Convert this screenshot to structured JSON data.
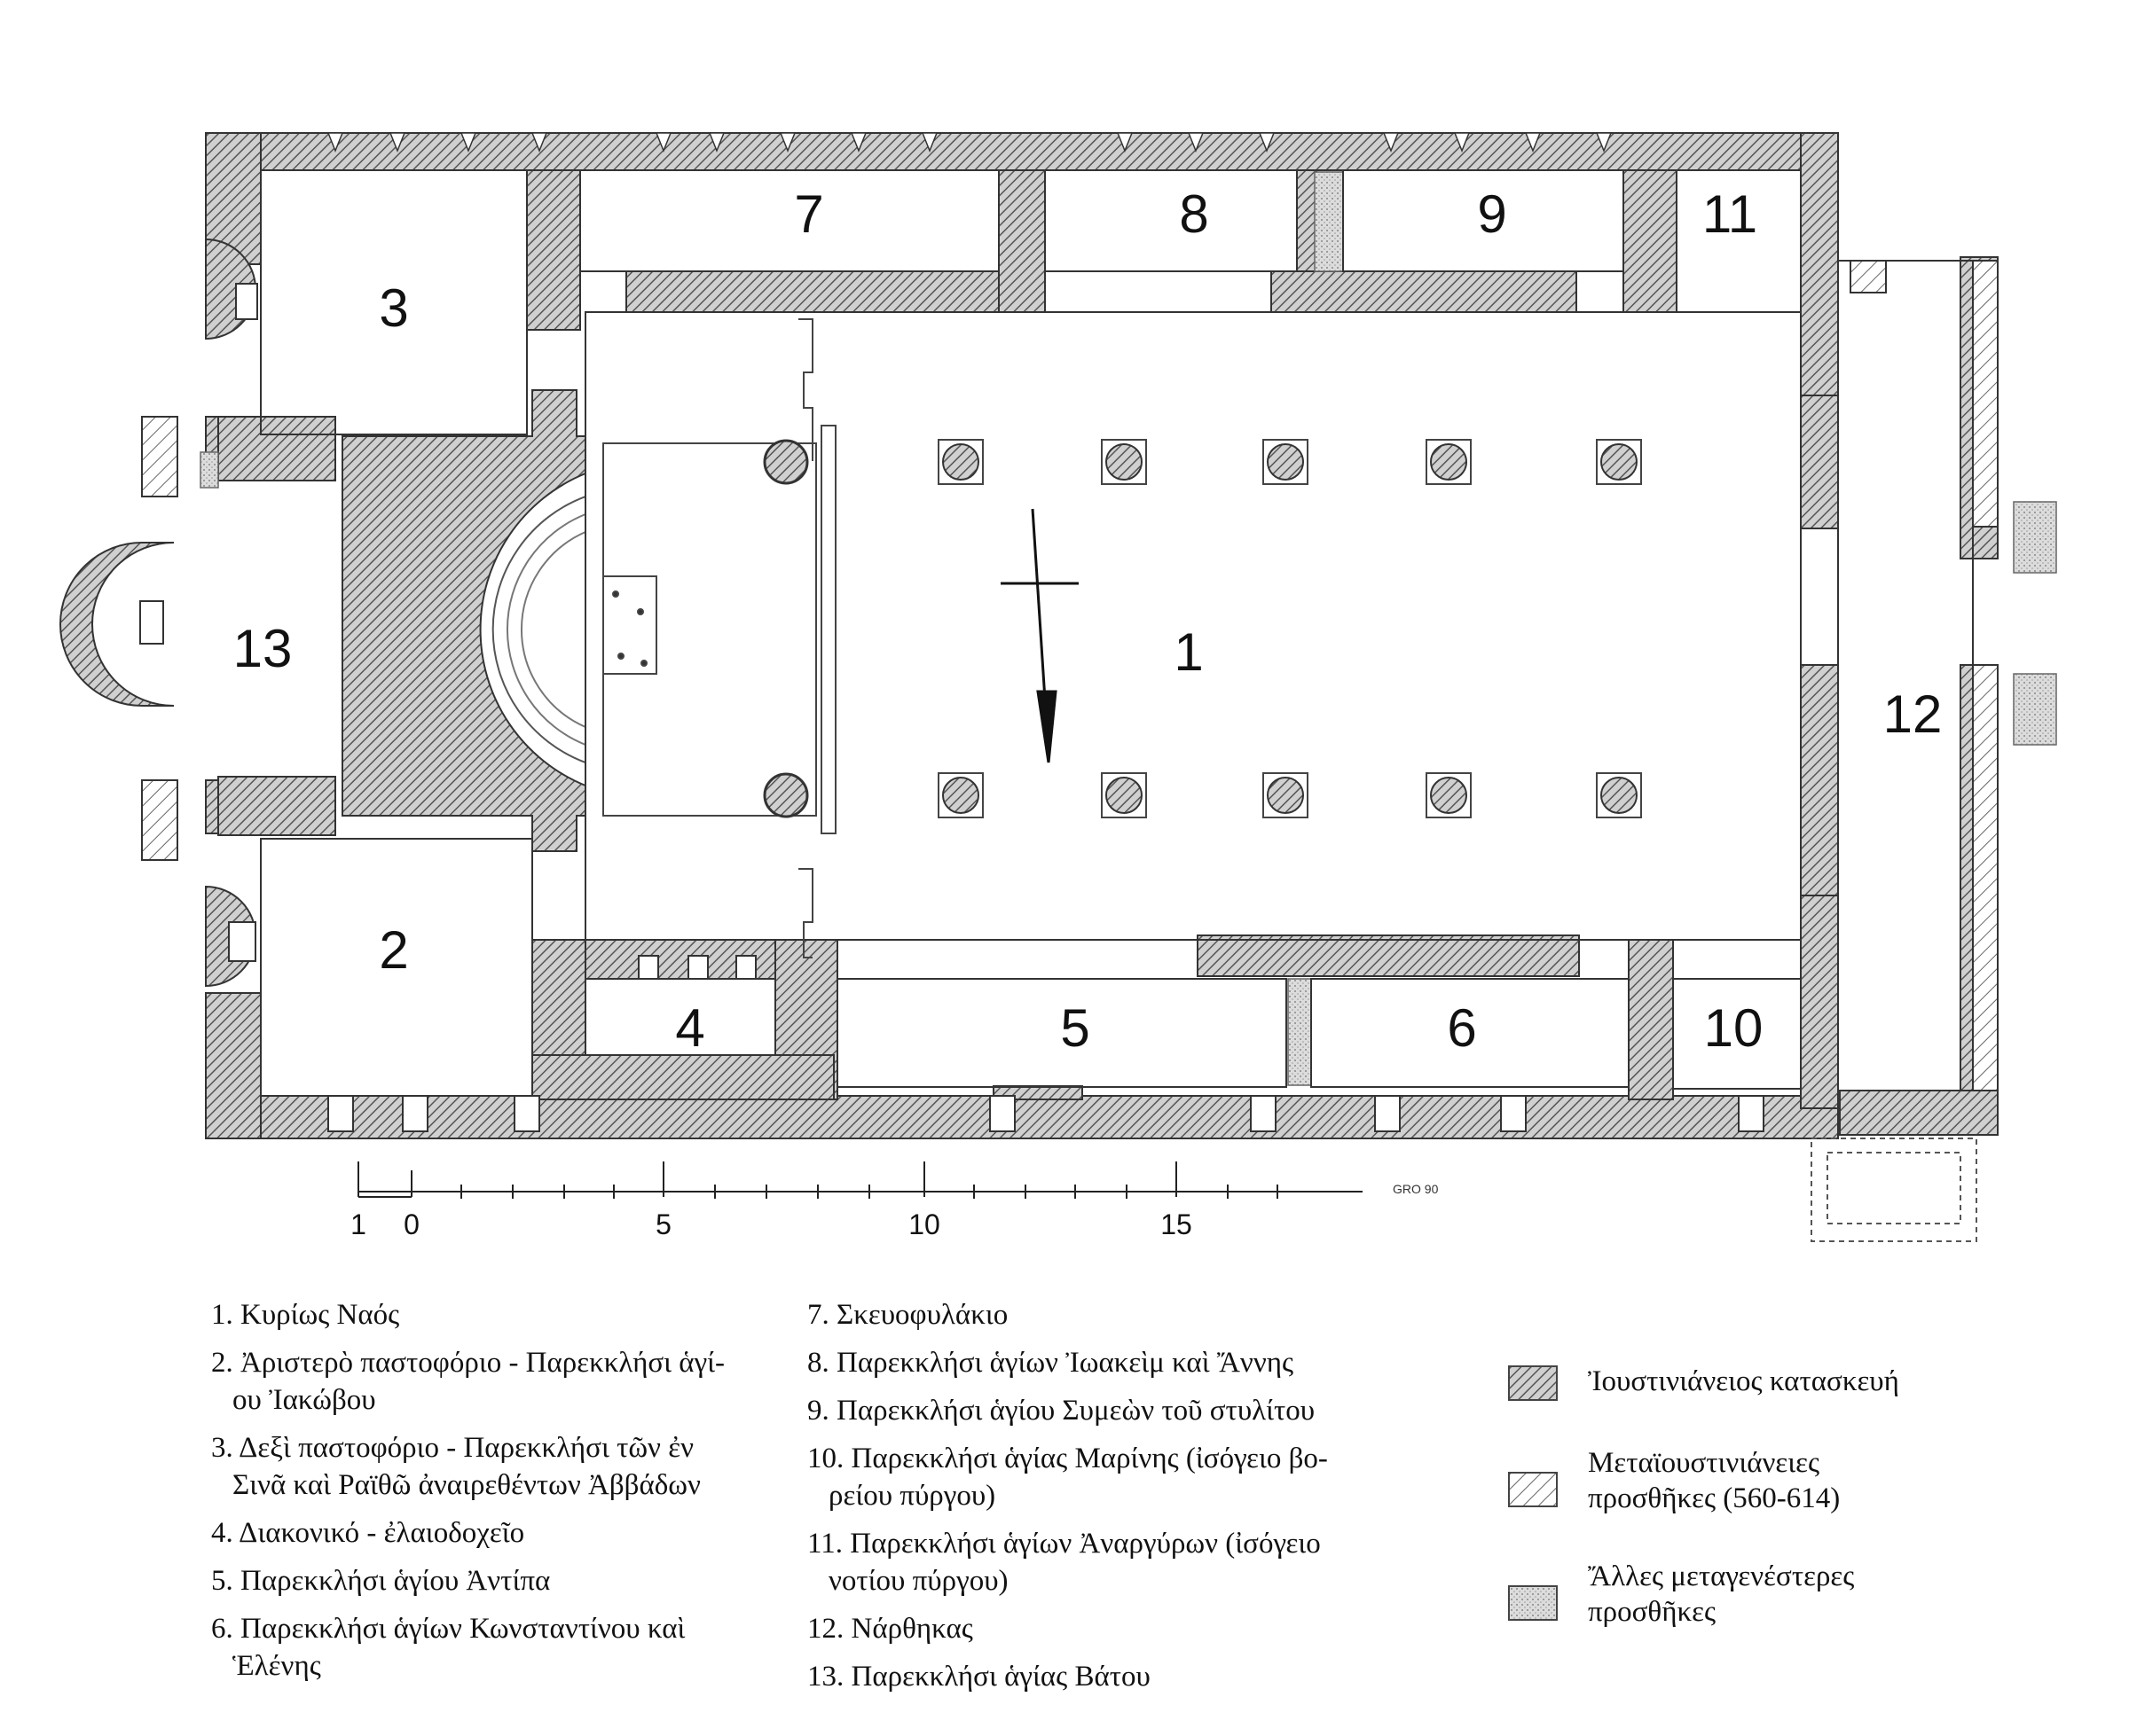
{
  "room_labels": {
    "r1": "1",
    "r2": "2",
    "r3": "3",
    "r4": "4",
    "r5": "5",
    "r6": "6",
    "r7": "7",
    "r8": "8",
    "r9": "9",
    "r10": "10",
    "r11": "11",
    "r12": "12",
    "r13": "13"
  },
  "scale": {
    "labels": [
      "1",
      "0",
      "5",
      "10",
      "15"
    ],
    "end_note": "GRO 90"
  },
  "legend": {
    "col1": [
      {
        "line": "1. Κυρίως Ναός"
      },
      {
        "line": "2. Ἀριστερὸ παστοφόριο - Παρεκκλήσι ἁγί-",
        "cont": "ου Ἰακώβου"
      },
      {
        "line": "3. Δεξὶ παστοφόριο - Παρεκκλήσι τῶν ἐν",
        "cont": "Σινᾶ καὶ Ραϊθῶ ἀναιρεθέντων Ἀββάδων"
      },
      {
        "line": "4. Διακονικό - ἐλαιοδοχεῖο"
      },
      {
        "line": "5. Παρεκκλήσι ἁγίου Ἀντίπα"
      },
      {
        "line": "6. Παρεκκλήσι ἁγίων Κωνσταντίνου καὶ",
        "cont": "Ἑλένης"
      }
    ],
    "col2": [
      {
        "line": "7. Σκευοφυλάκιο"
      },
      {
        "line": "8. Παρεκκλήσι ἁγίων Ἰωακεὶμ καὶ Ἄννης"
      },
      {
        "line": "9. Παρεκκλήσι ἁγίου Συμεὼν τοῦ στυλίτου"
      },
      {
        "line": "10. Παρεκκλήσι ἁγίας Μαρίνης (ἰσόγειο βο-",
        "cont": "ρείου πύργου)"
      },
      {
        "line": "11. Παρεκκλήσι ἁγίων Ἀναργύρων (ἰσόγειο",
        "cont": "νοτίου πύργου)"
      },
      {
        "line": "12. Νάρθηκας"
      },
      {
        "line": "13. Παρεκκλήσι ἁγίας Βάτου"
      }
    ]
  },
  "key": {
    "justinian": "Ἰουστινιάνειος κατασκευή",
    "post_justinian_1": "Μεταϊουστινιάνειες",
    "post_justinian_2": "προσθῆκες (560-614)",
    "later_1": "Ἄλλες μεταγενέστερες",
    "later_2": "προσθῆκες"
  }
}
